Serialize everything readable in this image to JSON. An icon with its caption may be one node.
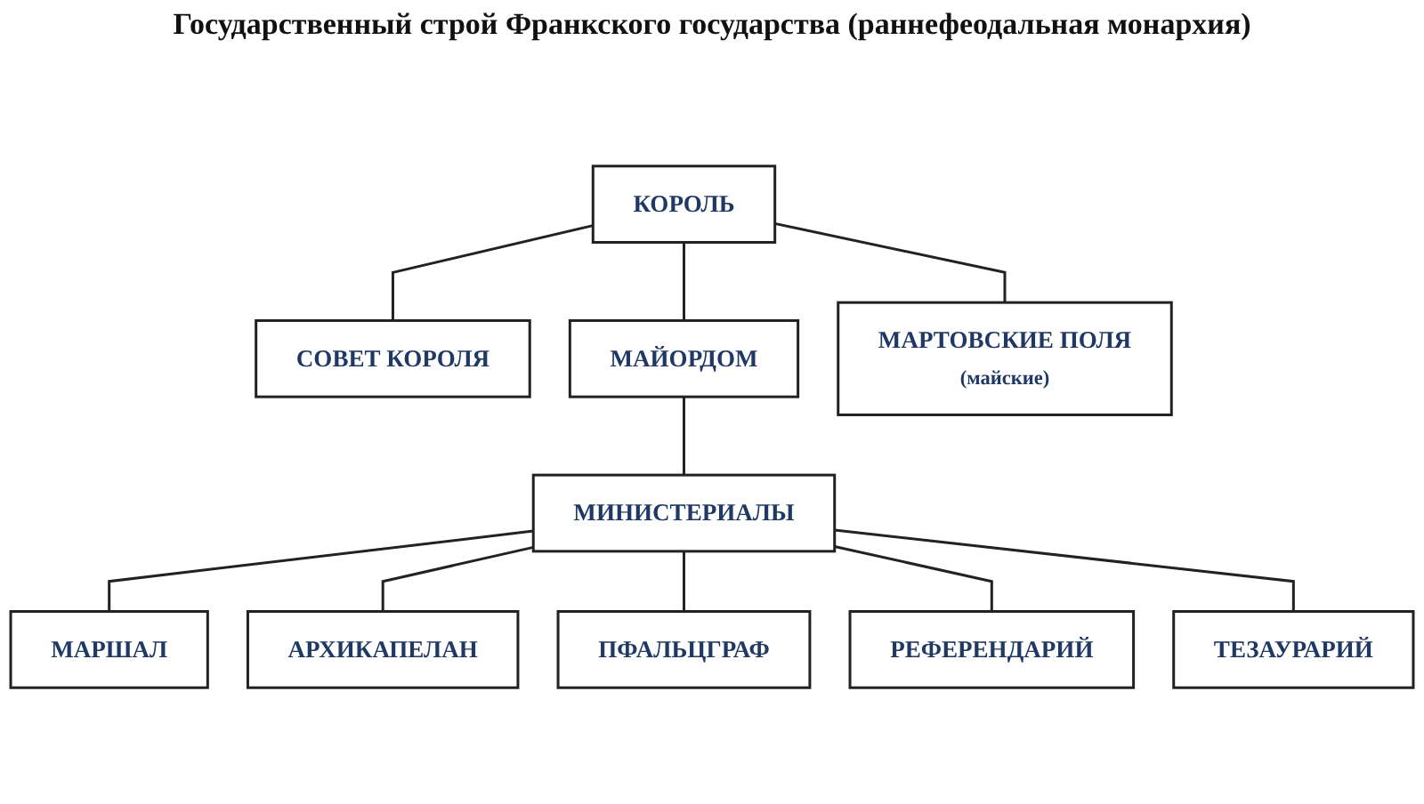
{
  "diagram": {
    "title": "Государственный строй Франкского государства (раннефеодальная монархия)",
    "nodes": [
      {
        "text": [
          "КОРОЛЬ"
        ]
      },
      {
        "text": [
          "СОВЕТ КОРОЛЯ"
        ]
      },
      {
        "text": [
          "МАЙОРДОМ"
        ]
      },
      {
        "text": [
          "МАРТОВСКИЕ ПОЛЯ",
          "(майские)"
        ]
      },
      {
        "text": [
          "МИНИСТЕРИАЛЫ"
        ]
      },
      {
        "text": [
          "МАРШАЛ"
        ]
      },
      {
        "text": [
          "АРХИКАПЕЛАН"
        ]
      },
      {
        "text": [
          "ПФАЛЬЦГРАФ"
        ]
      },
      {
        "text": [
          "РЕФЕРЕНДАРИЙ"
        ]
      },
      {
        "text": [
          "ТЕЗАУРАРИЙ"
        ]
      }
    ],
    "edges": [
      {
        "from": 0,
        "to": 1,
        "arrow": "none"
      },
      {
        "from": 0,
        "to": 2,
        "arrow": "none"
      },
      {
        "from": 0,
        "to": 3,
        "arrow": "none"
      },
      {
        "from": 2,
        "to": 4,
        "arrow": "none"
      },
      {
        "from": 4,
        "to": 5,
        "arrow": "none"
      },
      {
        "from": 4,
        "to": 6,
        "arrow": "none"
      },
      {
        "from": 4,
        "to": 7,
        "arrow": "none"
      },
      {
        "from": 4,
        "to": 8,
        "arrow": "none"
      },
      {
        "from": 4,
        "to": 9,
        "arrow": "none"
      }
    ]
  }
}
